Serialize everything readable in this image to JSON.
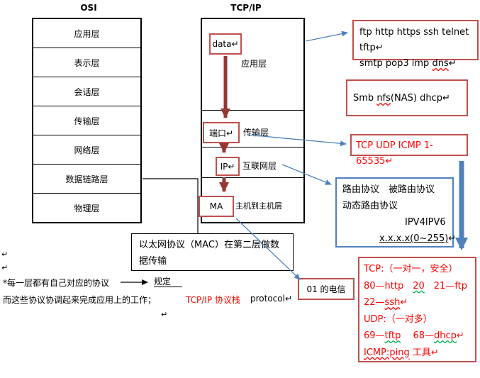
{
  "headers": {
    "osi": "OSI",
    "tcpip": "TCP/IP"
  },
  "osi_layers": [
    "应用层",
    "表示层",
    "会话层",
    "传输层",
    "网络层",
    "数据链路层",
    "物理层"
  ],
  "tcpip": {
    "data_box": "data↵",
    "app_label": "应用层",
    "port_box": "端口↵",
    "transport_label": "传输层",
    "ip_box": "IP↵",
    "internet_label": "互联网层",
    "ma_box": "MA",
    "host_label": "主机到主机层"
  },
  "app_protocols": {
    "line1": "ftp http https ssh telnet tftp↵",
    "line2_pre": "smtp pop3 imp ",
    "line2_dns": "dns",
    "line2_end": "↵"
  },
  "smb_box": {
    "pre": "Smb ",
    "nfs": "nfs",
    "mid": "(NAS) ",
    "dhcp": "dhcp",
    "end": "↵"
  },
  "tcp_udp_box": "TCP UDP ICMP 1-65535↵",
  "routing_box": {
    "line1": "路由协议　被路由协议",
    "line2": "动态路由协议",
    "line3": "IPV4IPV6",
    "line4": "x.x.x.x(0~255)",
    "line4_end": "↵"
  },
  "ethernet_box": "以太网协议（MAC）在第二层做数据传输",
  "telecom_box": "01 的电信",
  "ports_box": {
    "line1": "TCP:（一对一，安全）",
    "line2_a": "80—http　",
    "line2_b": "20",
    "line2_c": "　21—ftp",
    "line3_a": "22—",
    "line3_b": "ssh",
    "line3_end": "↵",
    "line4": "UDP:（一对多）",
    "line5_a": "69—",
    "line5_b": "tftp",
    "line5_c": "　 68—",
    "line5_d": "dhcp",
    "line5_end": "↵",
    "line6_a": "ICMP:ping",
    "line6_b": " 工具",
    "line6_end": "↵"
  },
  "notes": {
    "note1": "*每一层都有自己对应的协议",
    "guiding": "规定",
    "note2": "而这些协议协调起来完成应用上的工作；",
    "note2_red": "TCP/IP 协议栈",
    "note2_protocol": "protocol↵",
    "return_mark": "↵"
  },
  "colors": {
    "red_border": "#c0504d",
    "dark_red_arrow": "#953735",
    "blue": "#4f81bd",
    "red_text": "#ff0000",
    "black": "#000000"
  }
}
